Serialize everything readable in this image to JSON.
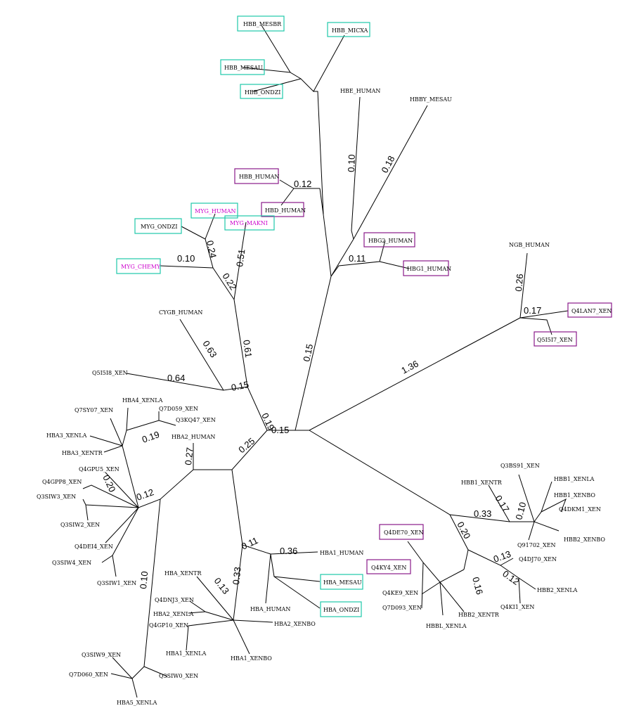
{
  "colors": {
    "teal_box": "#1fc9a9",
    "purple_box": "#8a1a8a",
    "magenta_text": "#cc00cc",
    "line": "#000000"
  },
  "leaves": {
    "hbb_mesbr": "HBB_MESBR",
    "hbb_micxa": "HBB_MICXA",
    "hbb_mesau": "HBB_MESAU",
    "hbb_ondzi": "HBB_ONDZI",
    "hbe_human": "HBE_HUMAN",
    "hbby_mesau": "HBBY_MESAU",
    "hbb_human": "HBB_HUMAN",
    "hbd_human": "HBD_HUMAN",
    "myg_human": "MYG_HUMAN",
    "myg_ondzi": "MYG_ONDZI",
    "myg_makni": "MYG_MAKNI",
    "myg_chemy": "MYG_CHEMY",
    "hbg2_human": "HBG2_HUMAN",
    "hbg1_human": "HBG1_HUMAN",
    "ngb_human": "NGB_HUMAN",
    "q4lan7_xen": "Q4LAN7_XEN",
    "q5i5i7_xen": "Q5I5I7_XEN",
    "cygb_human": "CYGB_HUMAN",
    "q5i5i8_xen": "Q5I5I8_XEN",
    "hba4_xenla": "HBA4_XENLA",
    "q7sy07_xen": "Q7SY07_XEN",
    "q7d059_xen": "Q7D059_XEN",
    "q3kq47_xen": "Q3KQ47_XEN",
    "hba3_xenla": "HBA3_XENLA",
    "hba3_xentr": "HBA3_XENTR",
    "hba2_human": "HBA2_HUMAN",
    "q4gpu5_xen": "Q4GPU5_XEN",
    "q4gpp8_xen": "Q4GPP8_XEN",
    "q3siw3_xen": "Q3SIW3_XEN",
    "q3siw2_xen": "Q3SIW2_XEN",
    "q4dei4_xen": "Q4DEI4_XEN",
    "q3siw4_xen": "Q3SIW4_XEN",
    "q3siw1_xen": "Q3SIW1_XEN",
    "hba1_human": "HBA1_HUMAN",
    "hba_mesau": "HBA_MESAU",
    "hba_ondzi": "HBA_ONDZI",
    "hba_human": "HBA_HUMAN",
    "hba2_xenbo": "HBA2_XENBO",
    "hba_xentr": "HBA_XENTR",
    "q4dnj3_xen": "Q4DNJ3_XEN",
    "hba2_xenla": "HBA2_XENLA",
    "q4gp10_xen": "Q4GP10_XEN",
    "hba1_xenla": "HBA1_XENLA",
    "hba1_xenbo": "HBA1_XENBO",
    "q3siw9_xen": "Q3SIW9_XEN",
    "q7d060_xen": "Q7D060_XEN",
    "q3siw0_xen": "Q3SIW0_XEN",
    "hba5_xenla": "HBA5_XENLA",
    "q3bs91_xen": "Q3BS91_XEN",
    "hbb1_xentr": "HBB1_XENTR",
    "hbb1_xenla": "HBB1_XENLA",
    "hbb1_xenbo": "HBB1_XENBO",
    "q4dkm1_xen": "Q4DKM1_XEN",
    "q91702_xen": "Q91702_XEN",
    "hbb2_xenbo": "HBB2_XENBO",
    "q4de70_xen": "Q4DE70_XEN",
    "q4dj70_xen": "Q4DJ70_XEN",
    "q4ky4_xen": "Q4KY4_XEN",
    "q4ke9_xen": "Q4KE9_XEN",
    "q7d093_xen": "Q7D093_XEN",
    "hbb2_xentr": "HBB2_XENTR",
    "hbbl_xenla": "HBBL_XENLA",
    "hbb2_xenla": "HBB2_XENLA",
    "q4ki1_xen": "Q4KI1_XEN"
  },
  "branch_lengths": {
    "b_012_top": "0.12",
    "b_010_hbe": "0.10",
    "b_018_hbby": "0.18",
    "b_011_hbg": "0.11",
    "b_010_chemy": "0.10",
    "b_024": "0.24",
    "b_051": "0.51",
    "b_022": "0.22",
    "b_026": "0.26",
    "b_017_ngb": "0.17",
    "b_063": "0.63",
    "b_061": "0.61",
    "b_015_main": "0.15",
    "b_136": "1.36",
    "b_064": "0.64",
    "b_015_cygb": "0.15",
    "b_019_root": "0.19",
    "b_015_root": "0.15",
    "b_019_xen": "0.19",
    "b_027": "0.27",
    "b_025": "0.25",
    "b_020_q4g": "0.20",
    "b_012_xen": "0.12",
    "b_033_hbb1": "0.33",
    "b_017_hbb1": "0.17",
    "b_010_hbb1": "0.10",
    "b_020_hbb": "0.20",
    "b_013_q4dj": "0.13",
    "b_012_hbb2": "0.12",
    "b_016": "0.16",
    "b_011_hba": "0.11",
    "b_036": "0.36",
    "b_033_hba": "0.33",
    "b_013_hba": "0.13",
    "b_010_hba5": "0.10"
  }
}
